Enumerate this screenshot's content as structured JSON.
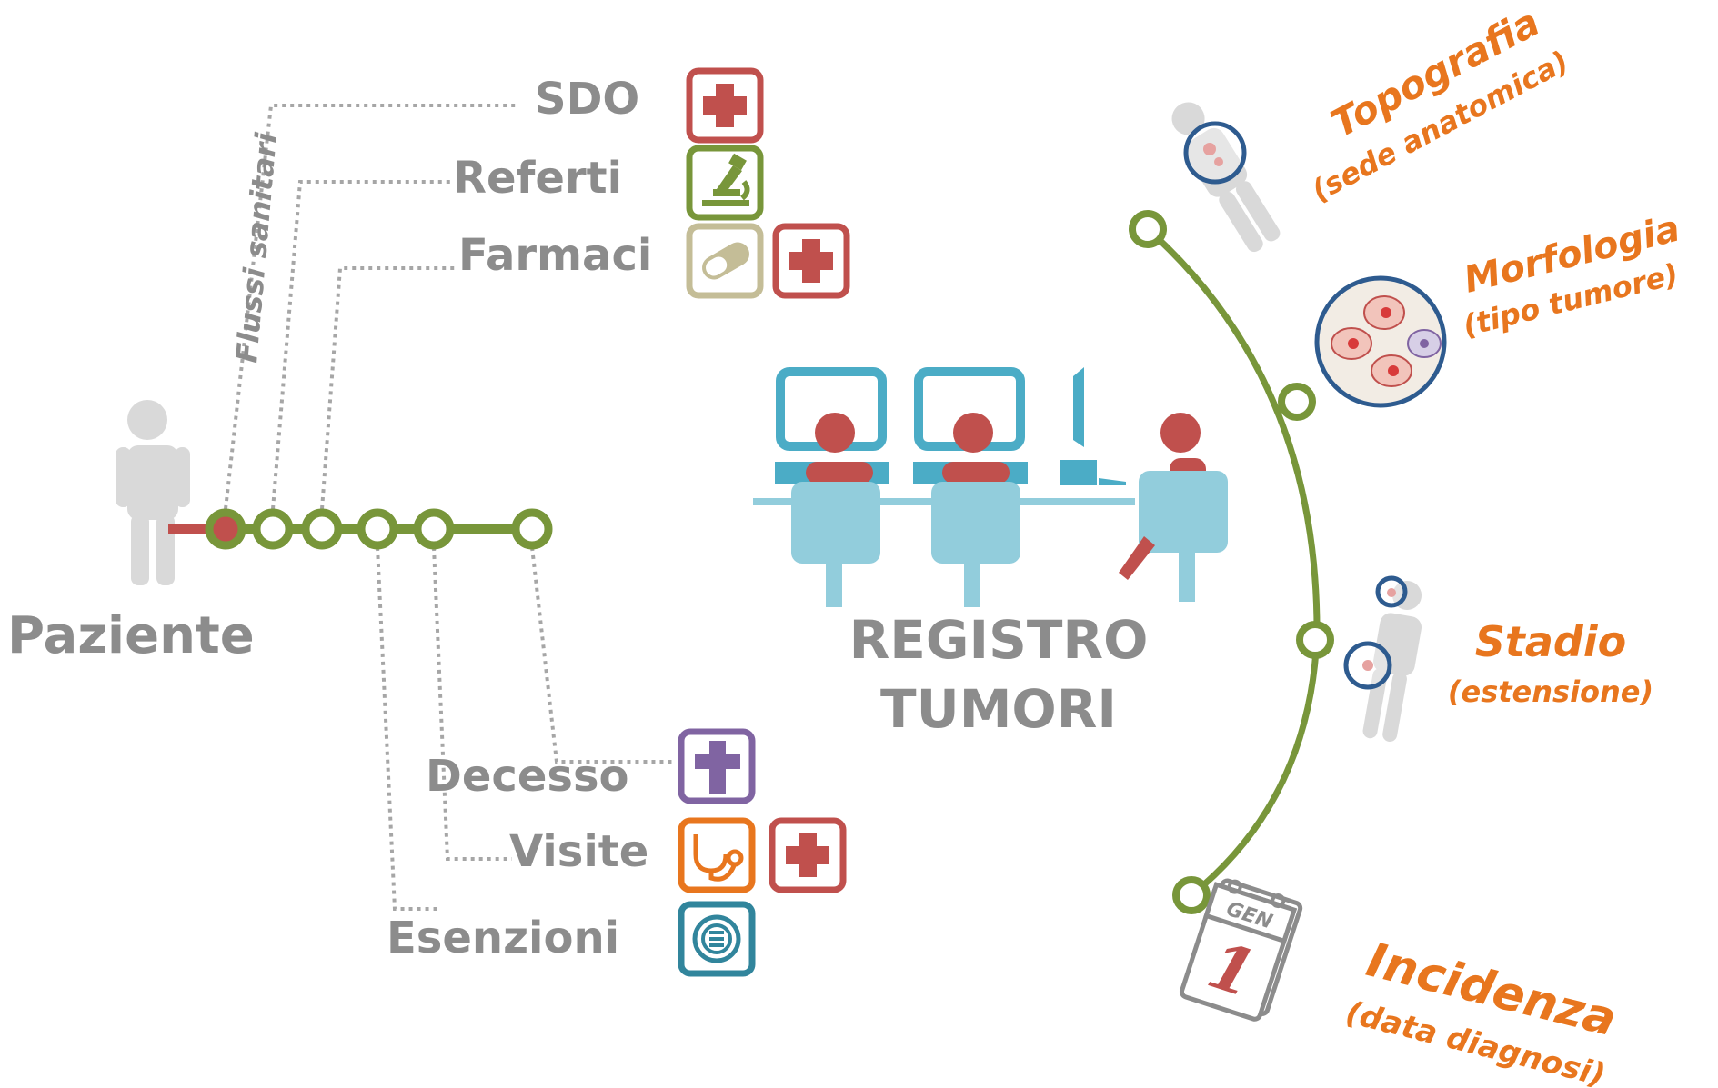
{
  "colors": {
    "green": "#78963a",
    "red": "#c0504d",
    "gray": "#8c8c8c",
    "lightgray": "#d9d9d9",
    "orange": "#e8761e",
    "blue": "#4bacc6",
    "lightblue": "#92cddc",
    "purple": "#8064a2",
    "teal": "#31859c",
    "tan": "#c4bd97",
    "navy": "#2e5b8f"
  },
  "patient": {
    "label": "Paziente",
    "icon": "person-icon"
  },
  "flussi": {
    "label": "Flussi sanitari"
  },
  "sources_top": [
    {
      "label": "SDO",
      "icon": "hospital-cross-icon"
    },
    {
      "label": "Referti",
      "icon": "microscope-icon"
    },
    {
      "label": "Farmaci",
      "icon": "pill-icon",
      "extra_icon": "hospital-cross-icon"
    }
  ],
  "sources_bottom": [
    {
      "label": "Decesso",
      "icon": "cross-icon"
    },
    {
      "label": "Visite",
      "icon": "stethoscope-icon",
      "extra_icon": "hospital-cross-icon"
    },
    {
      "label": "Esenzioni",
      "icon": "exemption-icon"
    }
  ],
  "registry": {
    "line1": "REGISTRO",
    "line2": "TUMORI",
    "icon": "office-workers-icon"
  },
  "outputs": [
    {
      "title": "Topografia",
      "subtitle": "(sede anatomica)",
      "icon": "body-magnifier-icon"
    },
    {
      "title": "Morfologia",
      "subtitle": "(tipo tumore)",
      "icon": "cells-icon"
    },
    {
      "title": "Stadio",
      "subtitle": "(estensione)",
      "icon": "body-spread-icon"
    },
    {
      "title": "Incidenza",
      "subtitle": "(data diagnosi)",
      "icon": "calendar-icon",
      "calendar_month": "GEN",
      "calendar_day": "1"
    }
  ]
}
